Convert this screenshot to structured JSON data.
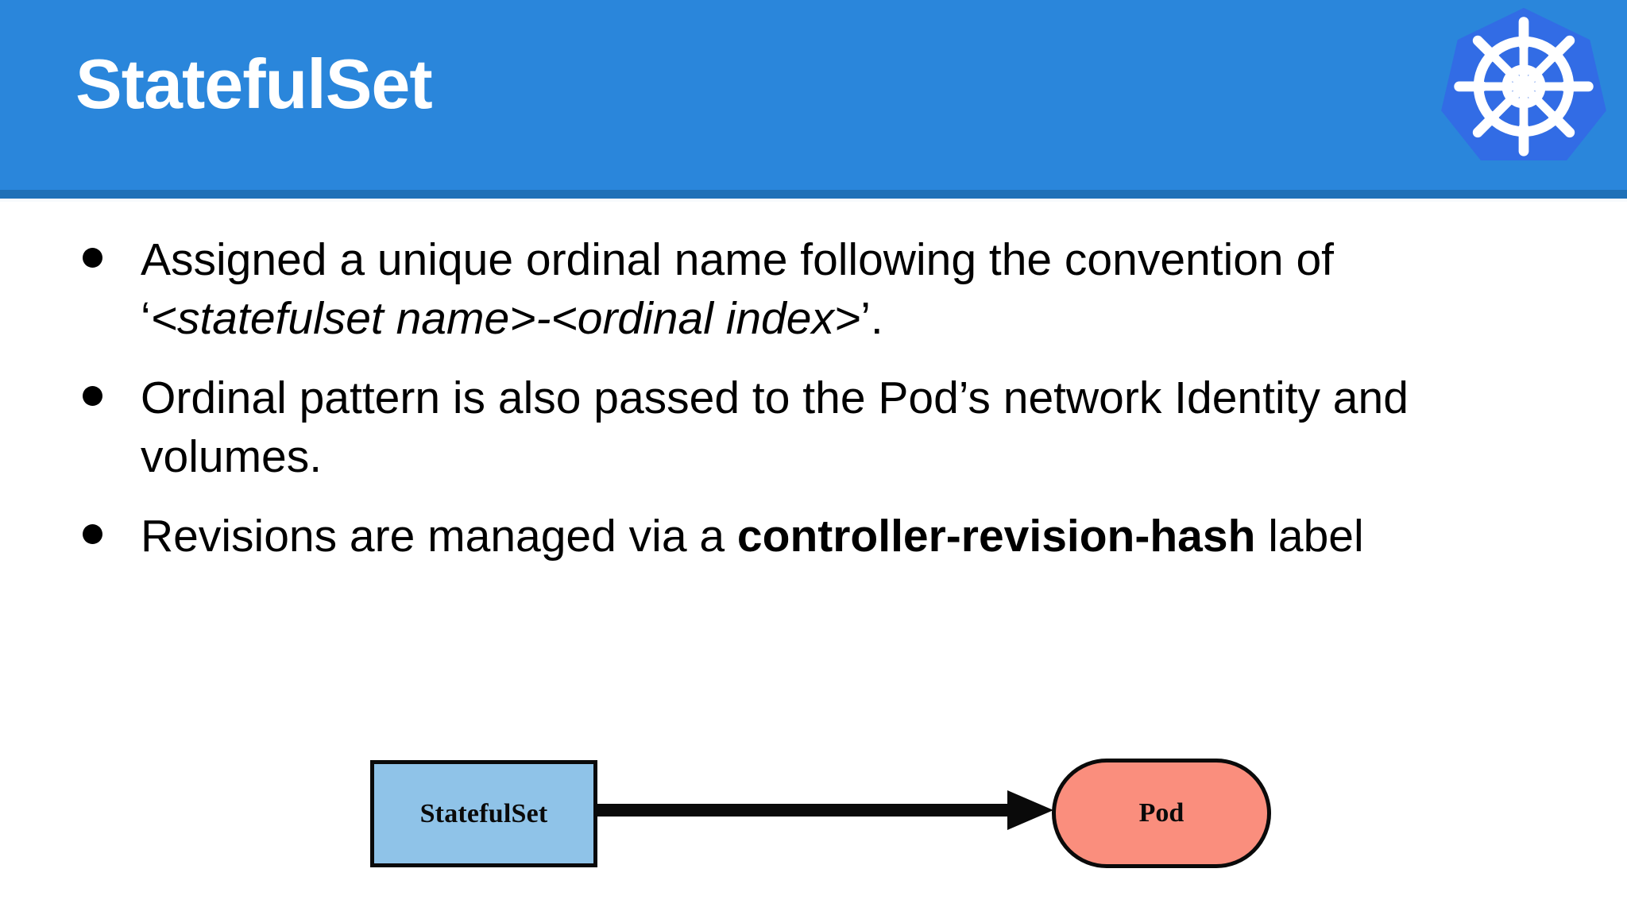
{
  "header": {
    "title": "StatefulSet",
    "background_color": "#2A86DB",
    "stripe_color": "#1F71B8",
    "title_color": "#FFFFFF",
    "logo_name": "kubernetes-logo",
    "logo_fill": "#326CE5",
    "logo_wheel_color": "#FFFFFF"
  },
  "bullets": [
    {
      "marker": "●",
      "parts": [
        {
          "text": "Assigned a unique ordinal name following the convention of ‘",
          "style": "normal"
        },
        {
          "text": "<statefulset name>-<ordinal index>",
          "style": "italic"
        },
        {
          "text": "’.",
          "style": "normal"
        }
      ]
    },
    {
      "marker": "●",
      "parts": [
        {
          "text": "Ordinal pattern is also passed to the Pod’s network Identity and volumes.",
          "style": "normal"
        }
      ]
    },
    {
      "marker": "●",
      "parts": [
        {
          "text": "Revisions are managed via a ",
          "style": "normal"
        },
        {
          "text": "controller-revision-hash",
          "style": "bold"
        },
        {
          "text": " label",
          "style": "normal"
        }
      ]
    }
  ],
  "diagram": {
    "source_node": {
      "label": "StatefulSet",
      "shape": "rectangle",
      "fill": "#8FC3E8",
      "border": "#0A0A0A"
    },
    "target_node": {
      "label": "Pod",
      "shape": "rounded-rectangle",
      "fill": "#FA8E7D",
      "border": "#0A0A0A"
    },
    "edge": {
      "direction": "left-to-right",
      "arrow_color": "#0A0A0A",
      "label": ""
    }
  }
}
